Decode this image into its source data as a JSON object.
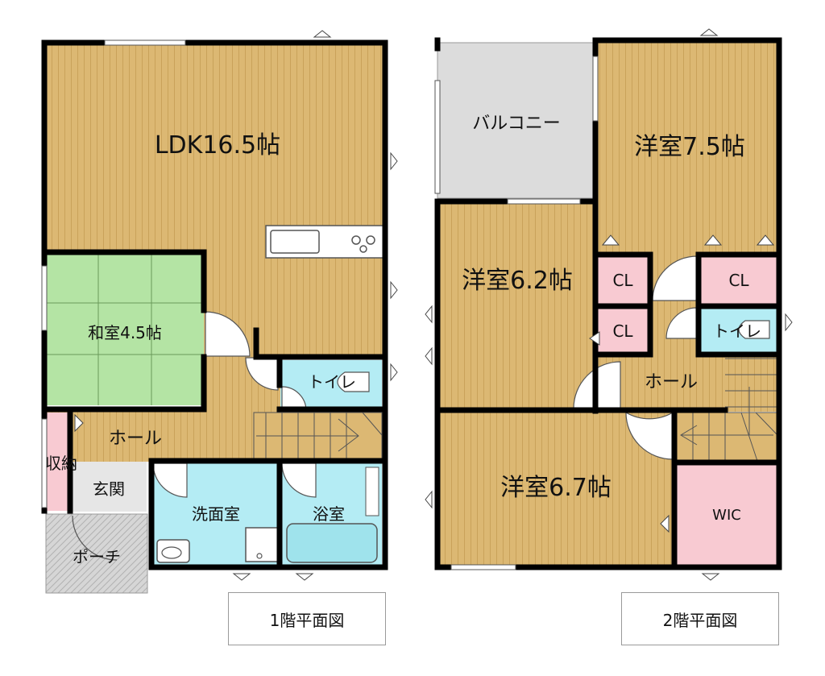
{
  "floor1": {
    "caption": "1階平面図",
    "rooms": {
      "ldk": "LDK16.5帖",
      "washitsu": "和室4.5帖",
      "toilet": "トイレ",
      "hall": "ホール",
      "storage": "収納",
      "genkan": "玄関",
      "washroom": "洗面室",
      "bathroom": "浴室",
      "porch": "ポーチ"
    }
  },
  "floor2": {
    "caption": "2階平面図",
    "rooms": {
      "balcony": "バルコニー",
      "western75": "洋室7.5帖",
      "western62": "洋室6.2帖",
      "cl_left_top": "CL",
      "cl_left_bottom": "CL",
      "cl_right": "CL",
      "toilet": "トイレ",
      "hall": "ホール",
      "western67": "洋室6.7帖",
      "wic": "WIC"
    }
  },
  "colors": {
    "floor_wood": "#dcb873",
    "tatami": "#b4e4a4",
    "water": "#b4ecf4",
    "closet": "#f8cad2",
    "balcony": "#dcdcdc",
    "porch": "#d6d6d6",
    "wall": "#000000"
  }
}
